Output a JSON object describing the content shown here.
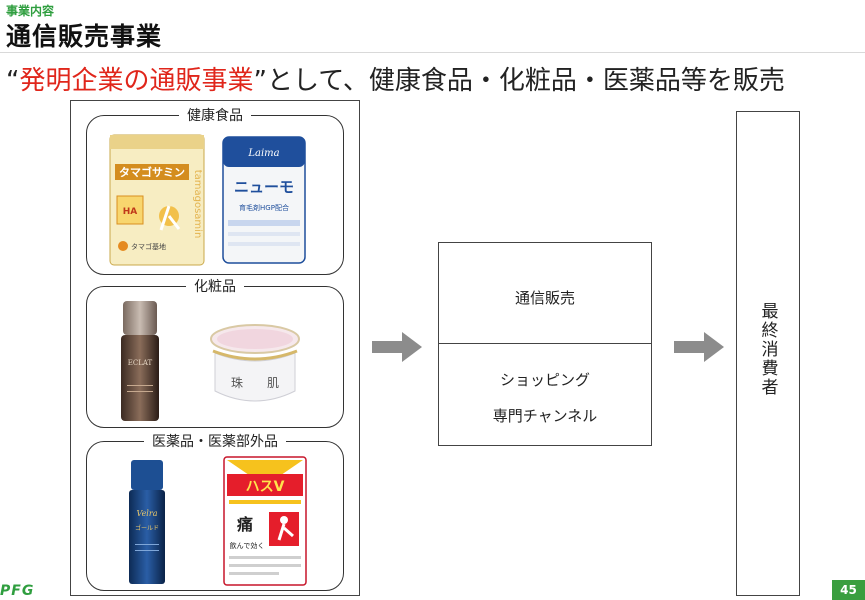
{
  "header": {
    "section_label": "事業内容",
    "title": "通信販売事業",
    "subtitle_open_quote": "“",
    "subtitle_highlight": "発明企業の通販事業",
    "subtitle_close_quote": "”",
    "subtitle_rest": "として、健康食品・化粧品・医薬品等を販売"
  },
  "products": {
    "groups": [
      {
        "title": "健康食品",
        "items": [
          {
            "name_line1": "タマゴサミン",
            "side_text": "tamagosamin",
            "badge_text": "HA",
            "maker": "タマゴ基地"
          },
          {
            "brand": "Laima",
            "name": "ニューモ",
            "sub": "育毛剤HGP配合"
          }
        ]
      },
      {
        "title": "化粧品",
        "items": [
          {
            "name": "ECLAT"
          },
          {
            "name_left": "珠",
            "name_right": "肌"
          }
        ]
      },
      {
        "title": "医薬品・医薬部外品",
        "items": [
          {
            "name": "Velra",
            "sub": "ゴールド"
          },
          {
            "name": "ハスV",
            "sub": "痛",
            "sub2": "飲んで効く"
          }
        ]
      }
    ]
  },
  "channels": {
    "primary": "通信販売",
    "secondary_line1": "ショッピング",
    "secondary_line2": "専門チャンネル"
  },
  "consumer": {
    "label": "最終消費者"
  },
  "footer": {
    "logo": "PFG",
    "page_number": "45"
  },
  "colors": {
    "accent_green": "#2f9e3f",
    "highlight_red": "#e0261b",
    "arrow_gray": "#8c8c8c"
  }
}
